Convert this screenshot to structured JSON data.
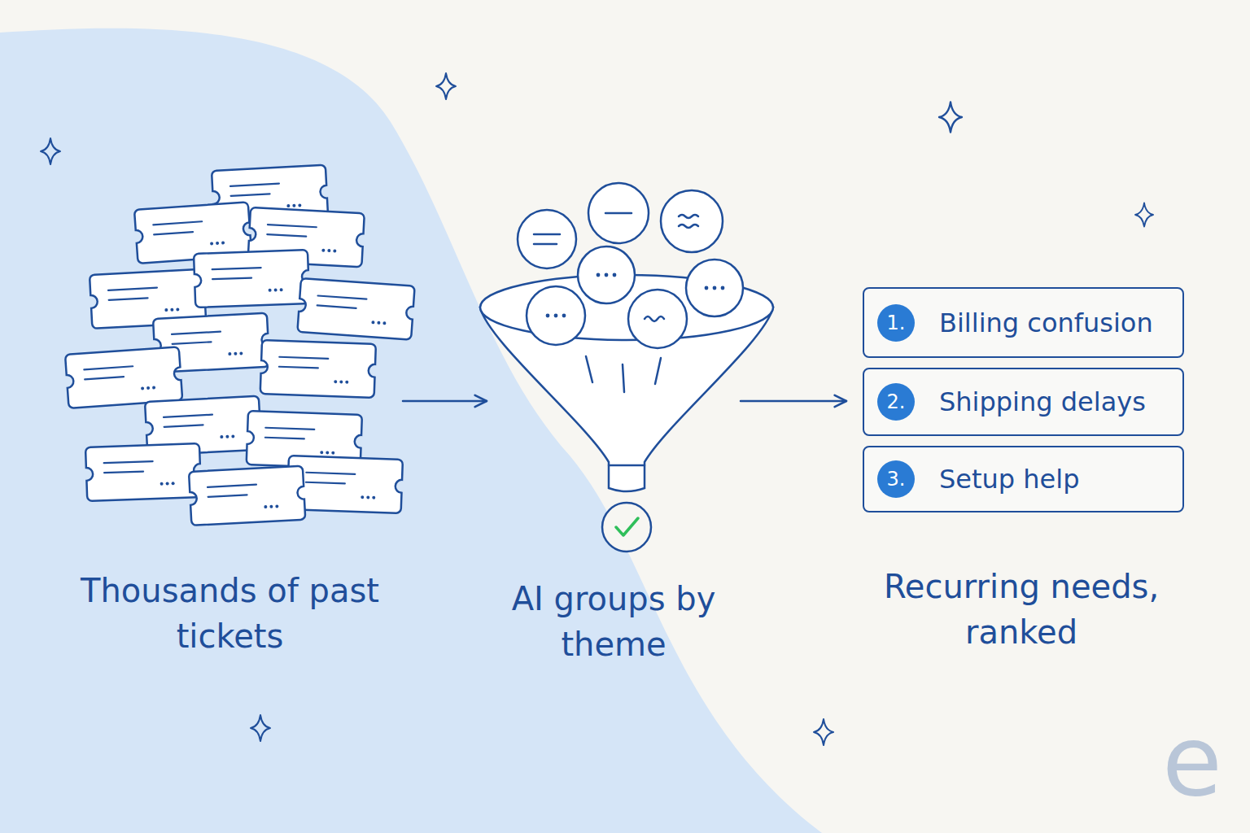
{
  "diagram": {
    "nodes": [
      {
        "text": [
          "Thousands of past tickets"
        ]
      },
      {
        "text": [
          "AI groups by theme"
        ]
      },
      {
        "text": [
          "Recurring needs, ranked"
        ]
      },
      {
        "text": [
          "1.",
          "Billing confusion"
        ],
        "in": 2
      },
      {
        "text": [
          "2.",
          "Shipping delays"
        ],
        "in": 2
      },
      {
        "text": [
          "3.",
          "Setup help"
        ],
        "in": 2
      }
    ],
    "edges": [
      {
        "from": 0,
        "to": 1,
        "arrow": "to"
      },
      {
        "from": 1,
        "to": 2,
        "arrow": "to"
      }
    ],
    "labels": [
      "e"
    ]
  }
}
